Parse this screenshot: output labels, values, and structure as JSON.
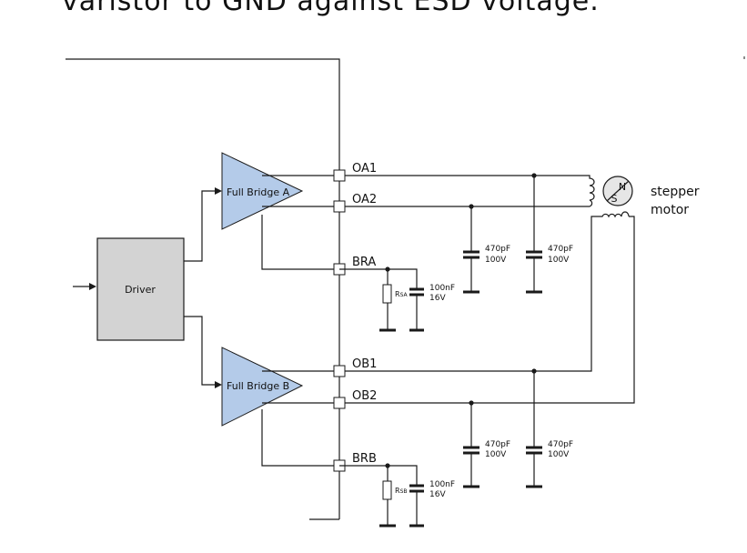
{
  "heading": "varistor to GND against ESD voltage.",
  "driver": {
    "label": "Driver"
  },
  "bridge_a": {
    "label": "Full Bridge A"
  },
  "bridge_b": {
    "label": "Full Bridge B"
  },
  "pins": {
    "oa1": "OA1",
    "oa2": "OA2",
    "bra": "BRA",
    "ob1": "OB1",
    "ob2": "OB2",
    "brb": "BRB"
  },
  "resistors": {
    "rsa": {
      "main": "R",
      "sub": "SA"
    },
    "rsb": {
      "main": "R",
      "sub": "SB"
    }
  },
  "caps": {
    "ca1": {
      "value": "470pF",
      "voltage": "100V"
    },
    "ca2": {
      "value": "470pF",
      "voltage": "100V"
    },
    "cb1": {
      "value": "470pF",
      "voltage": "100V"
    },
    "cb2": {
      "value": "470pF",
      "voltage": "100V"
    },
    "csa": {
      "value": "100nF",
      "voltage": "16V"
    },
    "csb": {
      "value": "100nF",
      "voltage": "16V"
    }
  },
  "motor": {
    "label_line1": "stepper",
    "label_line2": "motor",
    "pole_n": "N",
    "pole_s": "S"
  }
}
